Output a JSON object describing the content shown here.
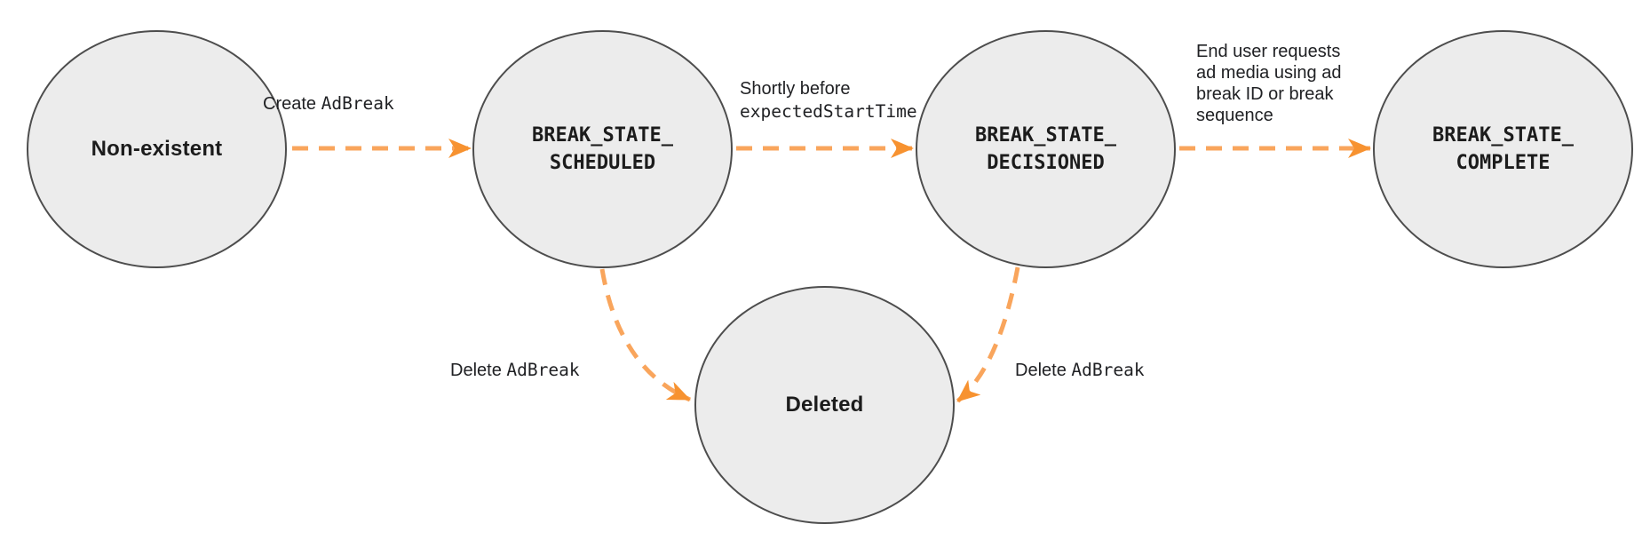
{
  "colors": {
    "node_fill": "#ececec",
    "node_border": "#4d4d4d",
    "edge": "#f9a55c",
    "edge_head": "#f79230",
    "text": "#1c1c1c"
  },
  "nodes": [
    {
      "id": "non-existent",
      "label": "Non-existent",
      "style": "sans"
    },
    {
      "id": "break-state-scheduled",
      "label": "BREAK_STATE_\nSCHEDULED",
      "style": "mono"
    },
    {
      "id": "break-state-decisioned",
      "label": "BREAK_STATE_\nDECISIONED",
      "style": "mono"
    },
    {
      "id": "break-state-complete",
      "label": "BREAK_STATE_\nCOMPLETE",
      "style": "mono"
    },
    {
      "id": "deleted",
      "label": "Deleted",
      "style": "sans"
    }
  ],
  "edges": [
    {
      "from": "non-existent",
      "to": "break-state-scheduled",
      "label_prefix": "Create ",
      "label_code": "AdBreak"
    },
    {
      "from": "break-state-scheduled",
      "to": "break-state-decisioned",
      "label_line1": "Shortly before",
      "label_code": "expectedStartTime"
    },
    {
      "from": "break-state-decisioned",
      "to": "break-state-complete",
      "label_text": "End user requests\nad media using ad\nbreak ID or break\nsequence"
    },
    {
      "from": "break-state-scheduled",
      "to": "deleted",
      "label_prefix": "Delete ",
      "label_code": "AdBreak"
    },
    {
      "from": "break-state-decisioned",
      "to": "deleted",
      "label_prefix": "Delete ",
      "label_code": "AdBreak"
    }
  ]
}
